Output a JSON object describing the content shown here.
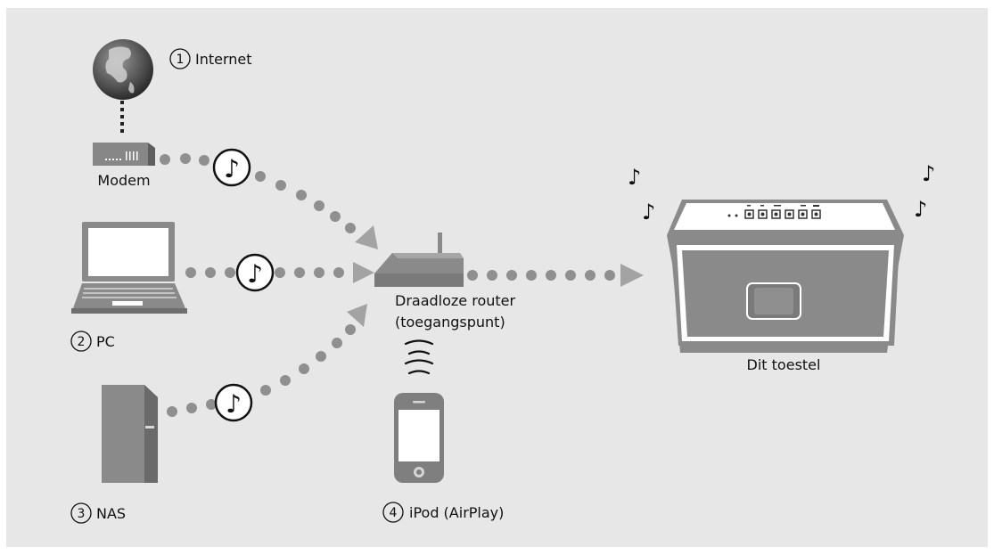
{
  "labels": {
    "internet": "Internet",
    "modem": "Modem",
    "pc": "PC",
    "nas": "NAS",
    "router_line1": "Draadloze router",
    "router_line2": "(toegangspunt)",
    "ipod": "iPod (AirPlay)",
    "device": "Dit toestel"
  },
  "numbers": {
    "internet": "1",
    "pc": "2",
    "nas": "3",
    "ipod": "4"
  },
  "colors": {
    "background": "#e7e7e7",
    "device_gray": "#8a8a8a",
    "dots": "#8f8f8f",
    "arrow": "#a3a3a3"
  },
  "icons": [
    "globe-icon",
    "modem-icon",
    "laptop-icon",
    "nas-icon",
    "router-icon",
    "iphone-icon",
    "speaker-icon",
    "music-note-icon",
    "wifi-icon"
  ]
}
